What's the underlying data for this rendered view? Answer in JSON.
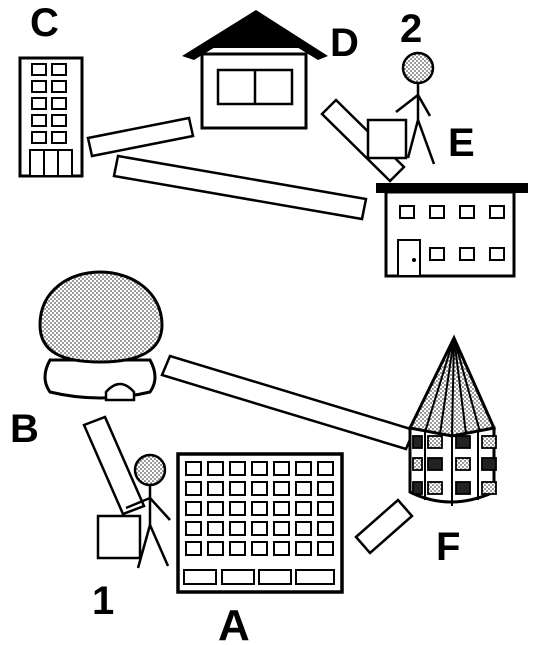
{
  "labels": {
    "building_a": "A",
    "building_b": "B",
    "building_c": "C",
    "building_d": "D",
    "building_e": "E",
    "building_f": "F",
    "person_1": "1",
    "person_2": "2"
  },
  "colors": {
    "ink": "#000000",
    "paper": "#ffffff",
    "stipple": "#bdbdbd"
  },
  "icons": {
    "building_a": "grid-office-building-icon",
    "building_b": "dome-hut-icon",
    "building_c": "tall-tower-icon",
    "building_d": "house-icon",
    "building_e": "flat-roof-building-icon",
    "building_f": "cone-roof-tower-icon",
    "person_1": "stick-person-carrying-box-icon",
    "person_2": "stick-person-carrying-box-icon"
  }
}
